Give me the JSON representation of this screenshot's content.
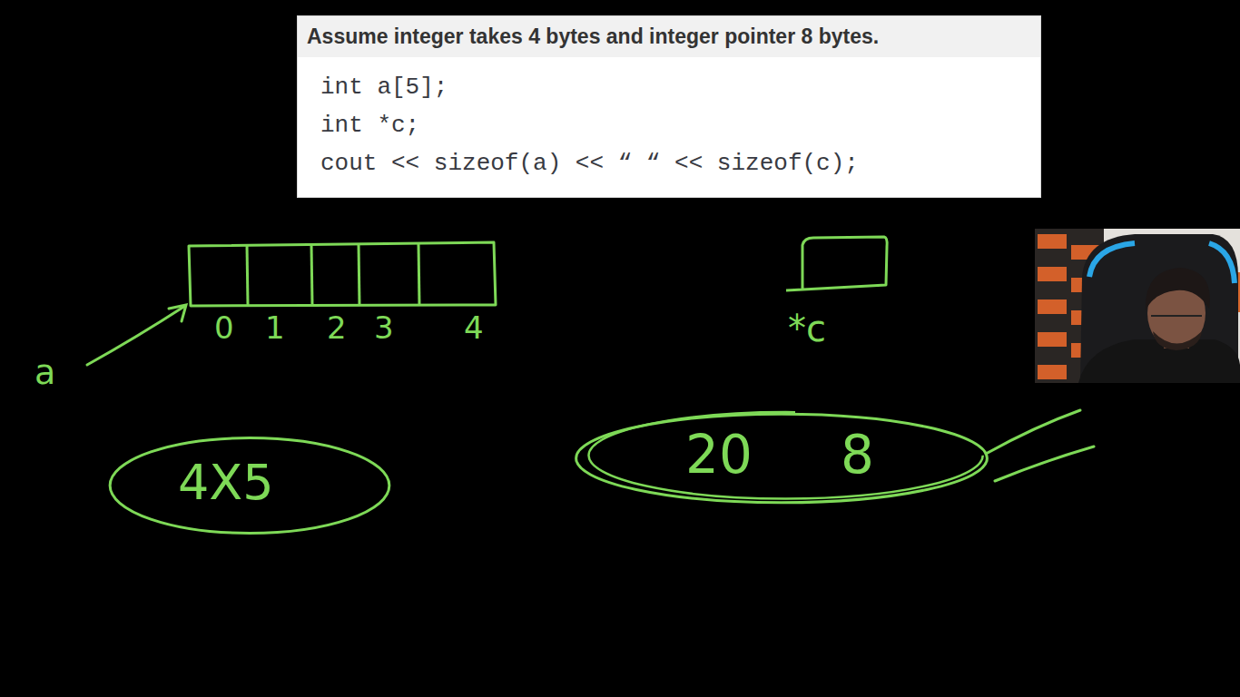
{
  "diagram": {
    "nodes": [
      {
        "text": [
          "Assume integer takes 4 bytes and integer pointer 8 bytes.",
          "int a[5];",
          "int *c;",
          "cout << sizeof(a) << “ “ << sizeof(c);"
        ]
      },
      {
        "text": [
          "0",
          "1",
          "2",
          "3",
          "4"
        ]
      },
      {
        "text": [
          "*c"
        ]
      },
      {
        "text": [
          "4X5"
        ]
      },
      {
        "text": [
          "20",
          "8"
        ]
      }
    ],
    "edges": [
      {
        "from": 1,
        "to": 3,
        "arrow": "to"
      },
      {
        "from": 3,
        "to": 4,
        "arrow": "to"
      }
    ],
    "labels": [
      "a"
    ]
  }
}
